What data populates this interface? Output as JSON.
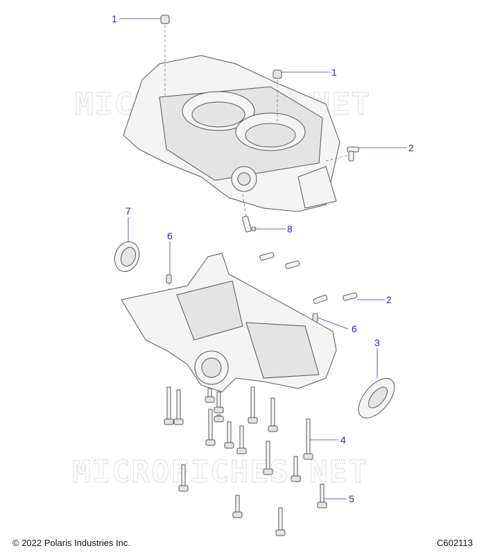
{
  "watermark": "MICROFICHES.NET",
  "callouts": {
    "c1a": "1",
    "c1b": "1",
    "c2a": "2",
    "c2b": "2",
    "c3": "3",
    "c4": "4",
    "c5": "5",
    "c6a": "6",
    "c6b": "6",
    "c7": "7",
    "c8": "8"
  },
  "footer": {
    "copyright": "© 2022 Polaris Industries Inc.",
    "code": "C602113"
  }
}
